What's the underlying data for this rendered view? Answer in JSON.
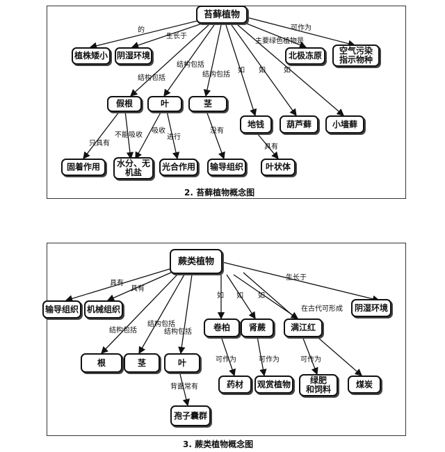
{
  "moss": {
    "caption": "2. 苔藓植物概念图",
    "nodes": {
      "root": "苔藓植物",
      "short_plant": "植株矮小",
      "shade": "阴湿环境",
      "tundra": "北极冻原",
      "indicator": "空气污染\n指示物种",
      "pseudo_root": "假根",
      "leaf": "叶",
      "stem": "茎",
      "marchantia": "地钱",
      "funaria": "葫芦藓",
      "wall_moss": "小墙藓",
      "anchor": "固着作用",
      "water": "水分、无\n机盐",
      "photo": "光合作用",
      "vascular": "输导组织",
      "thallus": "叶状体"
    },
    "labels": {
      "de": "的",
      "grows_in": "生长于",
      "can_be": "可作为",
      "main_green": "主要绿色植物是",
      "struct1": "结构包括",
      "struct2": "结构包括",
      "struct3": "结构包括",
      "ru1": "如",
      "ru2": "如",
      "ru3": "如",
      "only_has": "只具有",
      "cannot_absorb": "不能吸收",
      "absorb": "吸收",
      "perform": "进行",
      "no": "没有",
      "has": "具有"
    }
  },
  "fern": {
    "caption": "3. 蕨类植物概念图",
    "nodes": {
      "root": "蕨类植物",
      "vascular": "输导组织",
      "mechanical": "机械组织",
      "shade": "阴湿环境",
      "selaginella": "卷柏",
      "nephrolepis": "肾蕨",
      "azolla": "满江红",
      "root_part": "根",
      "stem": "茎",
      "leaf": "叶",
      "medicine": "药材",
      "ornamental": "观赏植物",
      "fertilizer": "绿肥\n和饲料",
      "coal": "煤炭",
      "sori": "孢子囊群"
    },
    "labels": {
      "has1": "具有",
      "has2": "具有",
      "grows_in": "生长于",
      "ru1": "如",
      "ru2": "如",
      "ru3": "如",
      "struct1": "结构包括",
      "struct2": "结构包括",
      "struct3": "结构包括",
      "ancient": "在古代可形成",
      "can_be1": "可作为",
      "can_be2": "可作为",
      "can_be3": "可作为",
      "back_often": "背面常有"
    }
  }
}
